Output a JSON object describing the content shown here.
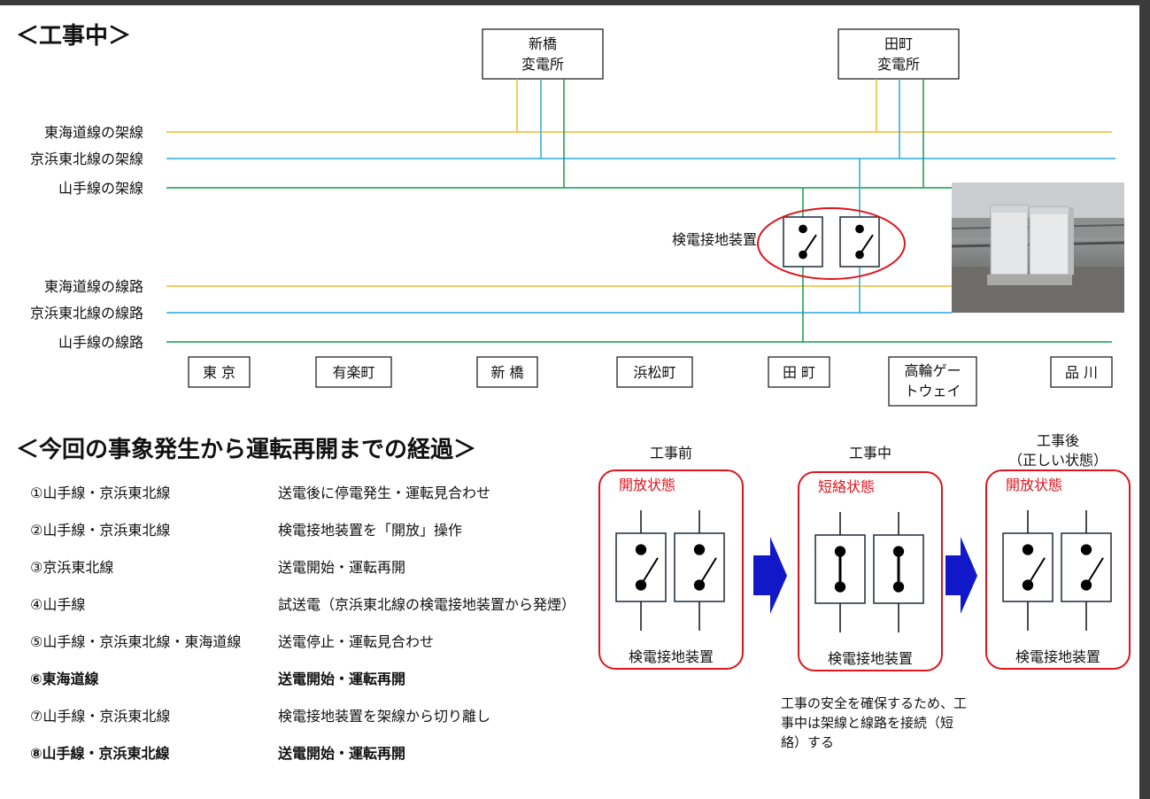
{
  "titles": {
    "construction": "＜工事中＞",
    "timeline": "＜今回の事象発生から運転再開までの経過＞"
  },
  "colors": {
    "tokaido": "#f5b731",
    "keihin": "#2aa8e0",
    "yamanote": "#159a4a",
    "highlight_red": "#e0141e",
    "arrow_blue": "#1018c8"
  },
  "substations": [
    {
      "name": "新橋",
      "subtitle": "変電所"
    },
    {
      "name": "田町",
      "subtitle": "変電所"
    }
  ],
  "wires": {
    "overhead": [
      "東海道線の架線",
      "京浜東北線の架線",
      "山手線の架線"
    ],
    "track": [
      "東海道線の線路",
      "京浜東北線の線路",
      "山手線の線路"
    ]
  },
  "device_label": "検電接地装置",
  "stations": [
    "東 京",
    "有楽町",
    "新 橋",
    "浜松町",
    "田 町",
    "高輪ゲートウェイ",
    "品 川"
  ],
  "timeline": [
    {
      "lines": "①山手線・京浜東北線",
      "action": "送電後に停電発生・運転見合わせ",
      "bold": false
    },
    {
      "lines": "②山手線・京浜東北線",
      "action": "検電接地装置を「開放」操作",
      "bold": false
    },
    {
      "lines": "③京浜東北線",
      "action": "送電開始・運転再開",
      "bold": false
    },
    {
      "lines": "④山手線",
      "action": "試送電（京浜東北線の検電接地装置から発煙）",
      "bold": false
    },
    {
      "lines": "⑤山手線・京浜東北線・東海道線",
      "action": "送電停止・運転見合わせ",
      "bold": false
    },
    {
      "lines": "⑥東海道線",
      "action": "送電開始・運転再開",
      "bold": true
    },
    {
      "lines": "⑦山手線・京浜東北線",
      "action": "検電接地装置を架線から切り離し",
      "bold": false
    },
    {
      "lines": "⑧山手線・京浜東北線",
      "action": "送電開始・運転再開",
      "bold": true
    }
  ],
  "states": [
    {
      "heading": "工事前",
      "heading2": "",
      "state": "開放状態",
      "closed": false,
      "device": "検電接地装置"
    },
    {
      "heading": "工事中",
      "heading2": "",
      "state": "短絡状態",
      "closed": true,
      "device": "検電接地装置"
    },
    {
      "heading": "工事後",
      "heading2": "（正しい状態）",
      "state": "開放状態",
      "closed": false,
      "device": "検電接地装置"
    }
  ],
  "note": "工事の安全を確保するため、工事中は架線と線路を接続（短絡）する"
}
